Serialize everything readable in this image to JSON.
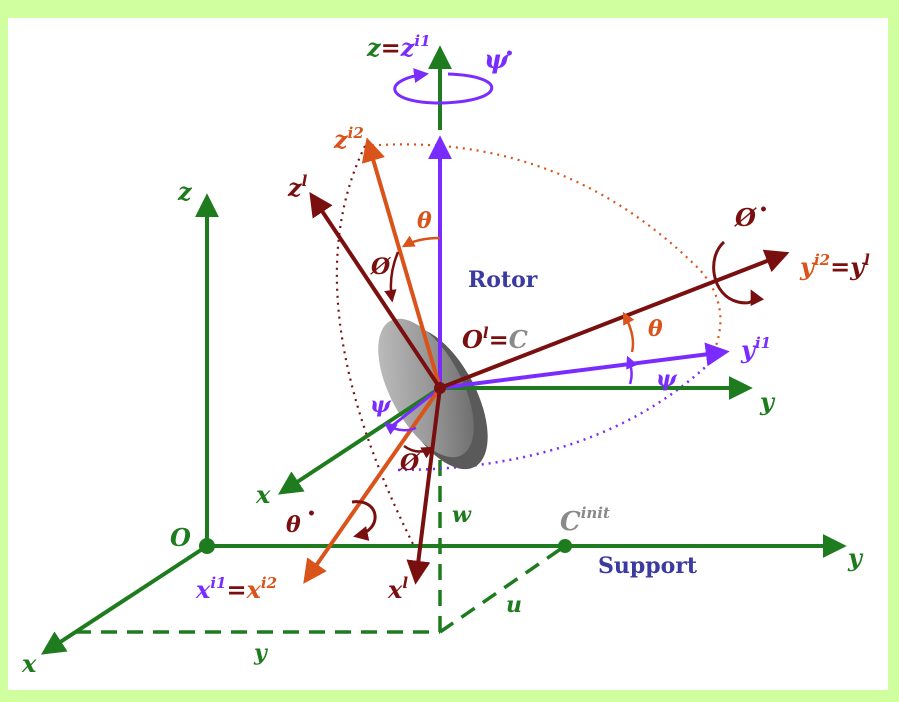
{
  "colors": {
    "background": "#cfff9f",
    "frame": "#ffffff",
    "green": "#1e7b1e",
    "purple": "#7a2cff",
    "darkred": "#7a0f0f",
    "orange": "#d9531a",
    "blue_text": "#3a3aa0",
    "gray": "#8a8a8a"
  },
  "labels": {
    "z_top": "z",
    "eq": "=",
    "z_i1_base": "z",
    "z_i1_sup": "i1",
    "psi_dot": "ψ",
    "dot": "•",
    "z_i2_base": "z",
    "z_i2_sup": "i2",
    "z_l_base": "z",
    "z_l_sup": "l",
    "theta_top": "θ",
    "phi_left": "Ø",
    "rotor": "Rotor",
    "phi_dot": "Ø",
    "y_i2_base": "y",
    "y_i2_sup": "i2",
    "y_l_base": "y",
    "y_l_sup": "l",
    "O_l_base": "O",
    "O_l_sup": "l",
    "C": "C",
    "theta_right": "θ",
    "y_i1_base": "y",
    "y_i1_sup": "i1",
    "psi_right": "ψ",
    "y_local": "y",
    "z_support": "z",
    "psi_left": "ψ",
    "x_local": "x",
    "phi_bottom": "Ø",
    "theta_dot": "θ",
    "w": "w",
    "C_init_base": "C",
    "C_init_sup": "init",
    "O_origin": "O",
    "y_support": "y",
    "support": "Support",
    "x_i1_base": "x",
    "x_i1_sup": "i1",
    "x_i2_base": "x",
    "x_i2_sup": "i2",
    "x_l_base": "x",
    "x_l_sup": "l",
    "u": "u",
    "y_bottom": "y",
    "x_support": "x"
  }
}
